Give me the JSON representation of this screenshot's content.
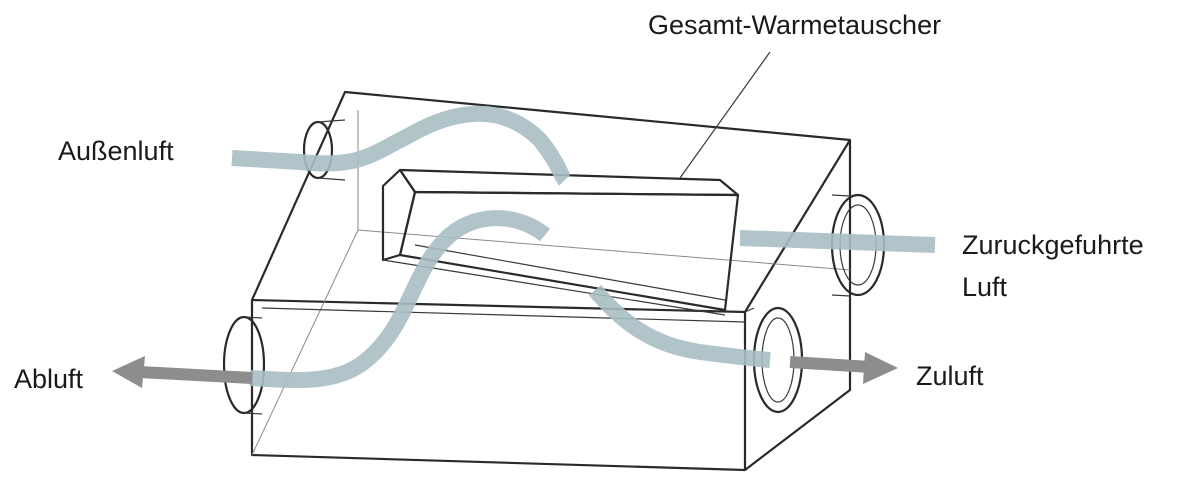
{
  "labels": {
    "heat_exchanger": "Gesamt-Warmetauscher",
    "outside_air": "Außenluft",
    "return_air_line1": "Zuruckgefuhrte",
    "return_air_line2": "Luft",
    "exhaust_air": "Abluft",
    "supply_air": "Zuluft"
  },
  "colors": {
    "fresh_air_flow": "#a9bec3",
    "exhaust_flow": "#8d8d8d",
    "outline": "#2a2a2a"
  }
}
